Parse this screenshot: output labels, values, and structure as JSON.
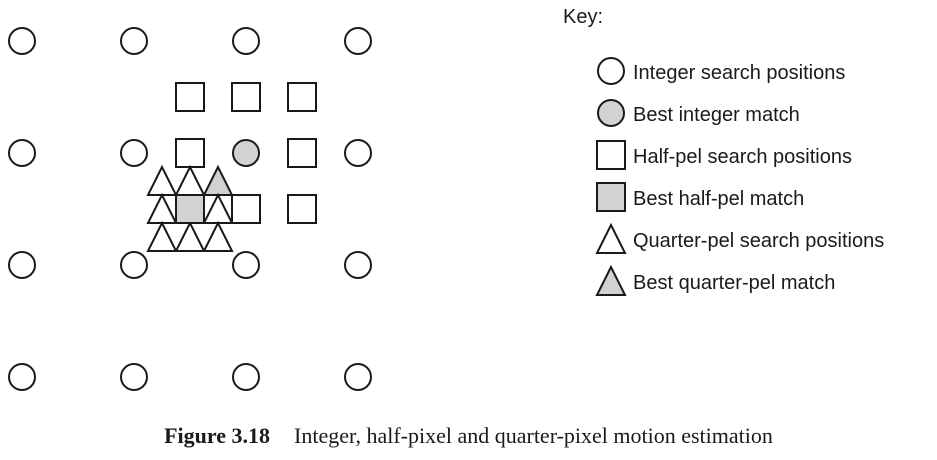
{
  "key_title": "Key:",
  "legend": [
    {
      "label": "Integer search positions",
      "icon": "circle-icon",
      "filled": false
    },
    {
      "label": "Best integer match",
      "icon": "circle-icon",
      "filled": true
    },
    {
      "label": "Half-pel search positions",
      "icon": "square-icon",
      "filled": false
    },
    {
      "label": "Best half-pel match",
      "icon": "square-icon",
      "filled": true
    },
    {
      "label": "Quarter-pel search positions",
      "icon": "triangle-icon",
      "filled": false
    },
    {
      "label": "Best quarter-pel match",
      "icon": "triangle-icon",
      "filled": true
    }
  ],
  "caption": {
    "label": "Figure 3.18",
    "text": "Integer, half-pixel and quarter-pixel motion estimation"
  },
  "colors": {
    "stroke": "#1a1a1a",
    "highlight_fill": "#d2d2d2",
    "empty_fill": "#ffffff"
  }
}
